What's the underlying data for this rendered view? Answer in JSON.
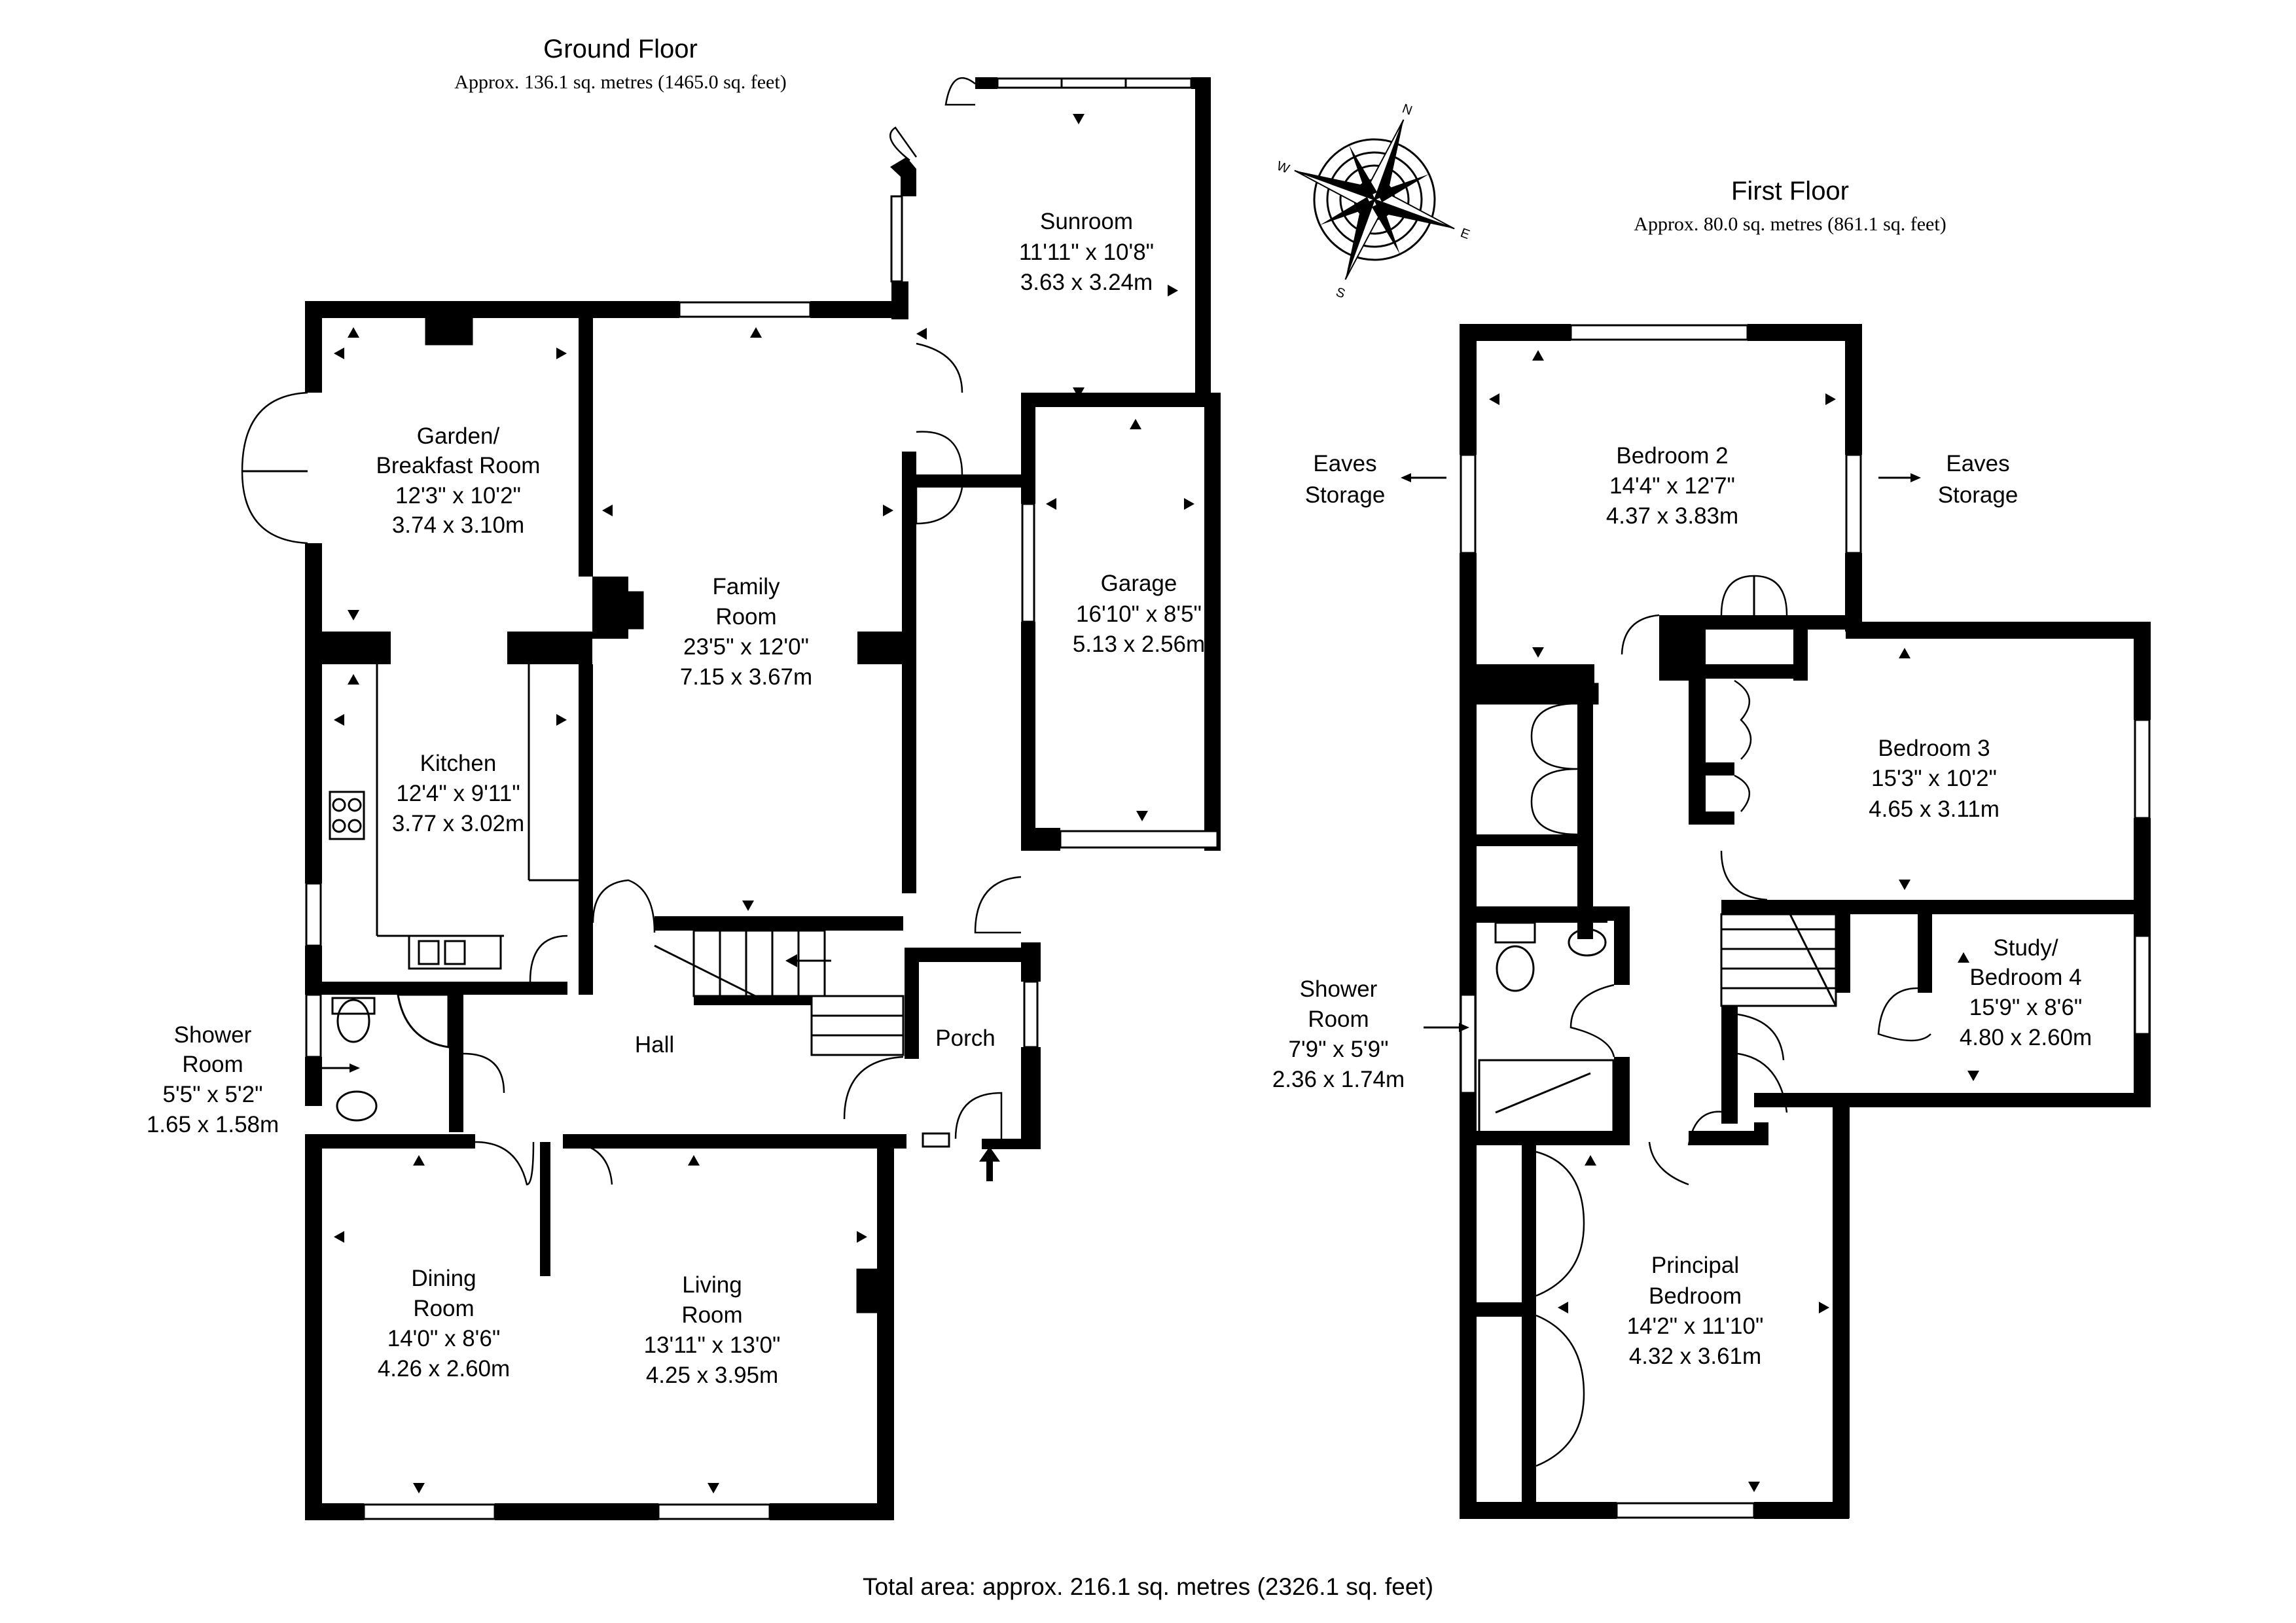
{
  "ground_floor": {
    "title": "Ground Floor",
    "area": "Approx. 136.1 sq. metres (1465.0 sq. feet)"
  },
  "first_floor": {
    "title": "First Floor",
    "area": "Approx. 80.0 sq. metres (861.1 sq. feet)"
  },
  "total_area": "Total area: approx. 216.1 sq. metres (2326.1 sq. feet)",
  "compass": {
    "n": "N",
    "e": "E",
    "s": "S",
    "w": "W"
  },
  "rooms": {
    "sunroom": [
      "Sunroom",
      "11'11\" x 10'8\"",
      "3.63 x 3.24m"
    ],
    "breakfast": [
      "Garden/",
      "Breakfast Room",
      "12'3\" x 10'2\"",
      "3.74 x 3.10m"
    ],
    "family": [
      "Family",
      "Room",
      "23'5\" x 12'0\"",
      "7.15 x 3.67m"
    ],
    "garage": [
      "Garage",
      "16'10\" x 8'5\"",
      "5.13 x 2.56m"
    ],
    "kitchen": [
      "Kitchen",
      "12'4\" x 9'11\"",
      "3.77 x 3.02m"
    ],
    "shower_gf": [
      "Shower",
      "Room",
      "5'5\" x 5'2\"",
      "1.65 x 1.58m"
    ],
    "hall": [
      "Hall"
    ],
    "porch": [
      "Porch"
    ],
    "dining": [
      "Dining",
      "Room",
      "14'0\" x 8'6\"",
      "4.26 x 2.60m"
    ],
    "living": [
      "Living",
      "Room",
      "13'11\" x 13'0\"",
      "4.25 x 3.95m"
    ],
    "bedroom2": [
      "Bedroom 2",
      "14'4\" x 12'7\"",
      "4.37 x 3.83m"
    ],
    "eaves_left": [
      "Eaves",
      "Storage"
    ],
    "eaves_right": [
      "Eaves",
      "Storage"
    ],
    "bedroom3": [
      "Bedroom 3",
      "15'3\" x 10'2\"",
      "4.65 x 3.11m"
    ],
    "study": [
      "Study/",
      "Bedroom 4",
      "15'9\" x 8'6\"",
      "4.80 x 2.60m"
    ],
    "shower_ff": [
      "Shower",
      "Room",
      "7'9\" x 5'9\"",
      "2.36 x 1.74m"
    ],
    "principal": [
      "Principal",
      "Bedroom",
      "14'2\" x 11'10\"",
      "4.32 x 3.61m"
    ]
  }
}
